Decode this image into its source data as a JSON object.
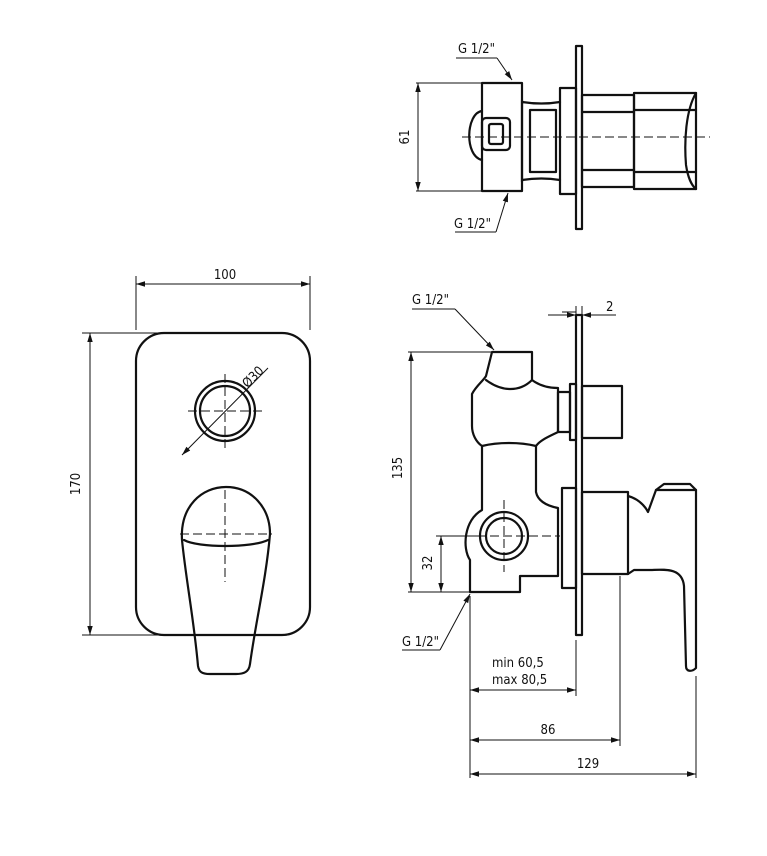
{
  "dimensions": {
    "plate_width": "100",
    "plate_height": "170",
    "knob_diameter": "Ø30",
    "body_depth": "61",
    "body_height": "135",
    "lower_outlet": "32",
    "plate_thickness": "2",
    "min_depth": "min 60,5",
    "max_depth": "max 80,5",
    "depth_to_plate": "86",
    "total_depth": "129"
  },
  "threads": {
    "top_view_upper": "G 1/2\"",
    "top_view_lower": "G 1/2\"",
    "side_view_upper": "G 1/2\"",
    "side_view_lower": "G 1/2\""
  }
}
